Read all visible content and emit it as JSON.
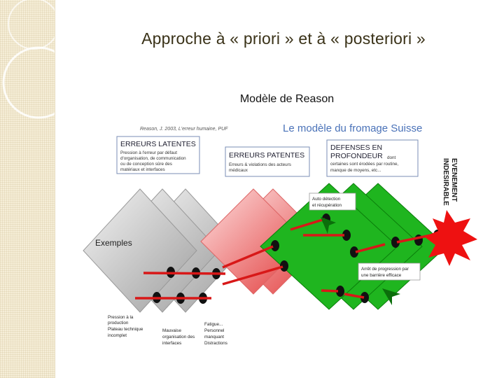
{
  "slide": {
    "title": "Approche à « priori » et à « posteriori »",
    "subtitle": "Modèle de Reason"
  },
  "diagram": {
    "reference": "Reason, J. 2003, L'erreur humaine, PUF",
    "heading": "Le modèle du fromage Suisse",
    "latent_box": {
      "title": "ERREURS LATENTES",
      "lines": [
        "Pression à l'erreur par défaut",
        "d'organisation, de communication",
        "ou de conception sûre des",
        "matériaux et interfaces"
      ]
    },
    "patent_box": {
      "title": "ERREURS PATENTES",
      "lines": [
        "Erreurs & violations des acteurs",
        "médicaux"
      ]
    },
    "defense_box": {
      "title_line1": "DEFENSES EN",
      "title_line2": "PROFONDEUR",
      "lines": [
        "dont",
        "certaines sont érodées par routine,",
        "manque de moyens, etc..."
      ]
    },
    "event_label_line1": "EVENEMENT",
    "event_label_line2": "INDESIRABLE",
    "auto_detection": [
      "Auto détection",
      "et récupération"
    ],
    "arret": [
      "Arrêt de progression par",
      "une barrière efficace"
    ],
    "exemples": "Exemples",
    "bottom_labels": {
      "left": [
        "Pression à la",
        "production",
        "Plateau technique",
        "incomplet"
      ],
      "middle": [
        "Mauvaise",
        "organisation des",
        "interfaces"
      ],
      "right": [
        "Fatigue...",
        "Personnel",
        "manquant",
        "Distractions"
      ]
    },
    "colors": {
      "latent": "#d6d6d6",
      "patent": "#f06a6a",
      "defense": "#1fb51f",
      "arrow": "#d81818",
      "event": "#ee1111",
      "heading": "#4a72b8"
    }
  }
}
